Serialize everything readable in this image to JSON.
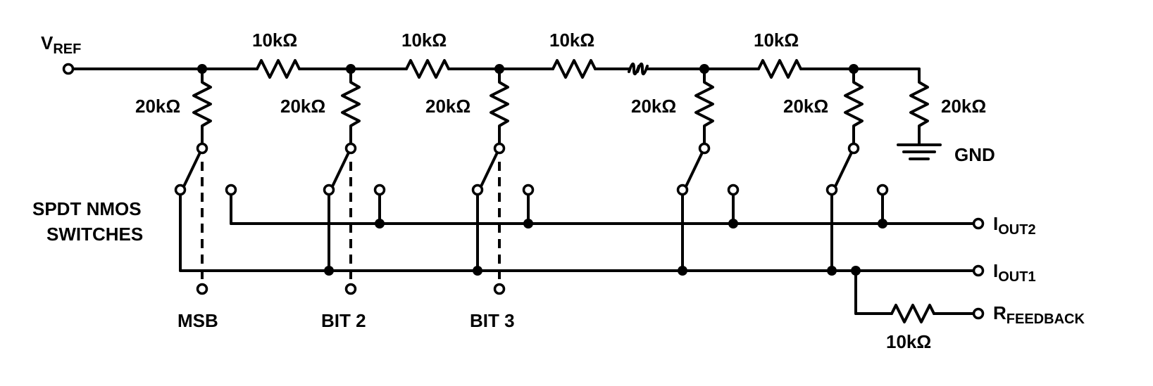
{
  "labels": {
    "vref_main": "V",
    "vref_sub": "REF",
    "series_resistors": [
      "10kΩ",
      "10kΩ",
      "10kΩ",
      "10kΩ"
    ],
    "shunt_resistors": [
      "20kΩ",
      "20kΩ",
      "20kΩ",
      "20kΩ",
      "20kΩ",
      "20kΩ"
    ],
    "gnd": "GND",
    "switches_line1": "SPDT NMOS",
    "switches_line2": "SWITCHES",
    "bits": [
      "MSB",
      "BIT 2",
      "BIT 3"
    ],
    "iout2_main": "I",
    "iout2_sub": "OUT2",
    "iout1_main": "I",
    "iout1_sub": "OUT1",
    "rfb_main": "R",
    "rfb_sub": "FEEDBACK",
    "rfb_resistor": "10kΩ"
  }
}
